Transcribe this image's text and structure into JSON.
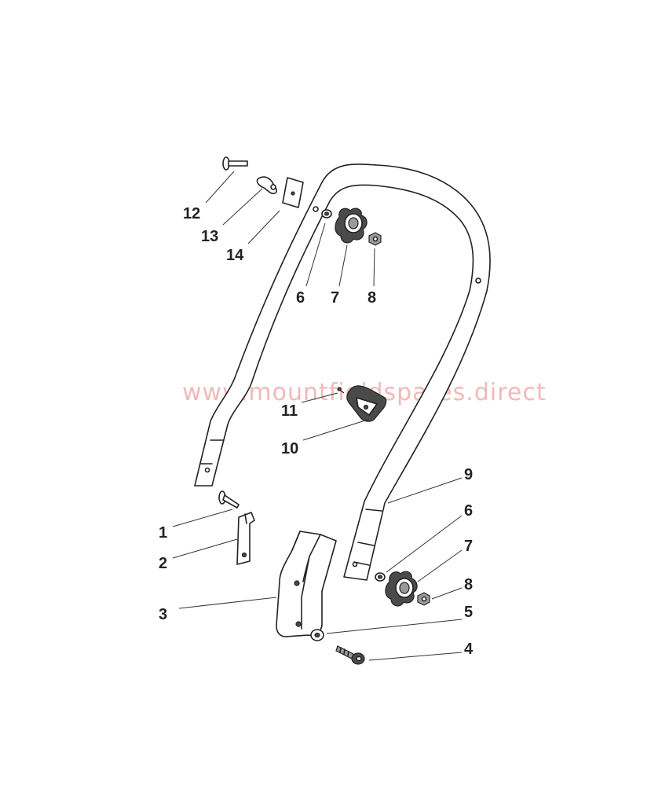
{
  "watermark": "www.mountfieldspares.direct",
  "accent_colors": {
    "line": "#222222",
    "watermark": "#f1b9b9",
    "background": "#ffffff"
  },
  "callouts": [
    {
      "id": "c12",
      "label": "12"
    },
    {
      "id": "c13",
      "label": "13"
    },
    {
      "id": "c14",
      "label": "14"
    },
    {
      "id": "c6a",
      "label": "6"
    },
    {
      "id": "c7a",
      "label": "7"
    },
    {
      "id": "c8a",
      "label": "8"
    },
    {
      "id": "c11",
      "label": "11"
    },
    {
      "id": "c10",
      "label": "10"
    },
    {
      "id": "c9",
      "label": "9"
    },
    {
      "id": "c1",
      "label": "1"
    },
    {
      "id": "c2",
      "label": "2"
    },
    {
      "id": "c6b",
      "label": "6"
    },
    {
      "id": "c7b",
      "label": "7"
    },
    {
      "id": "c3",
      "label": "3"
    },
    {
      "id": "c8b",
      "label": "8"
    },
    {
      "id": "c5",
      "label": "5"
    },
    {
      "id": "c4",
      "label": "4"
    }
  ]
}
